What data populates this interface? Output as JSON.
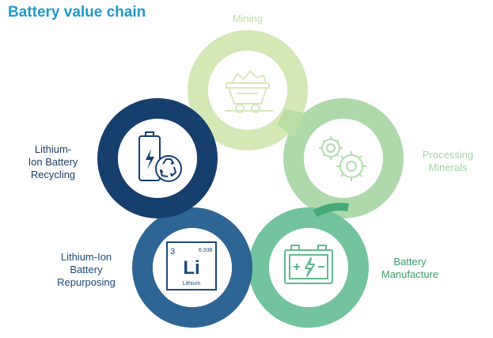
{
  "title": "Battery value chain",
  "stages": {
    "mining": {
      "label": "Mining",
      "icon": "mine-cart-icon",
      "color": "#cfe5ae"
    },
    "processing": {
      "label": "Processing\nMinerals",
      "icon": "gears-icon",
      "color": "#a9d7a6"
    },
    "manufacture": {
      "label": "Battery\nManufacture",
      "icon": "car-battery-icon",
      "color": "#6cc099"
    },
    "repurposing": {
      "label": "Lithium-Ion\nBattery\nRepurposing",
      "icon": "lithium-element-icon",
      "color": "#245d8f"
    },
    "recycling": {
      "label": "Lithium-\nIon Battery\nRecycling",
      "icon": "battery-recycle-icon",
      "color": "#163f6e"
    }
  },
  "element_tile": {
    "atomic_number": "3",
    "mass": "6.938",
    "symbol": "Li",
    "name": "Lithium"
  }
}
